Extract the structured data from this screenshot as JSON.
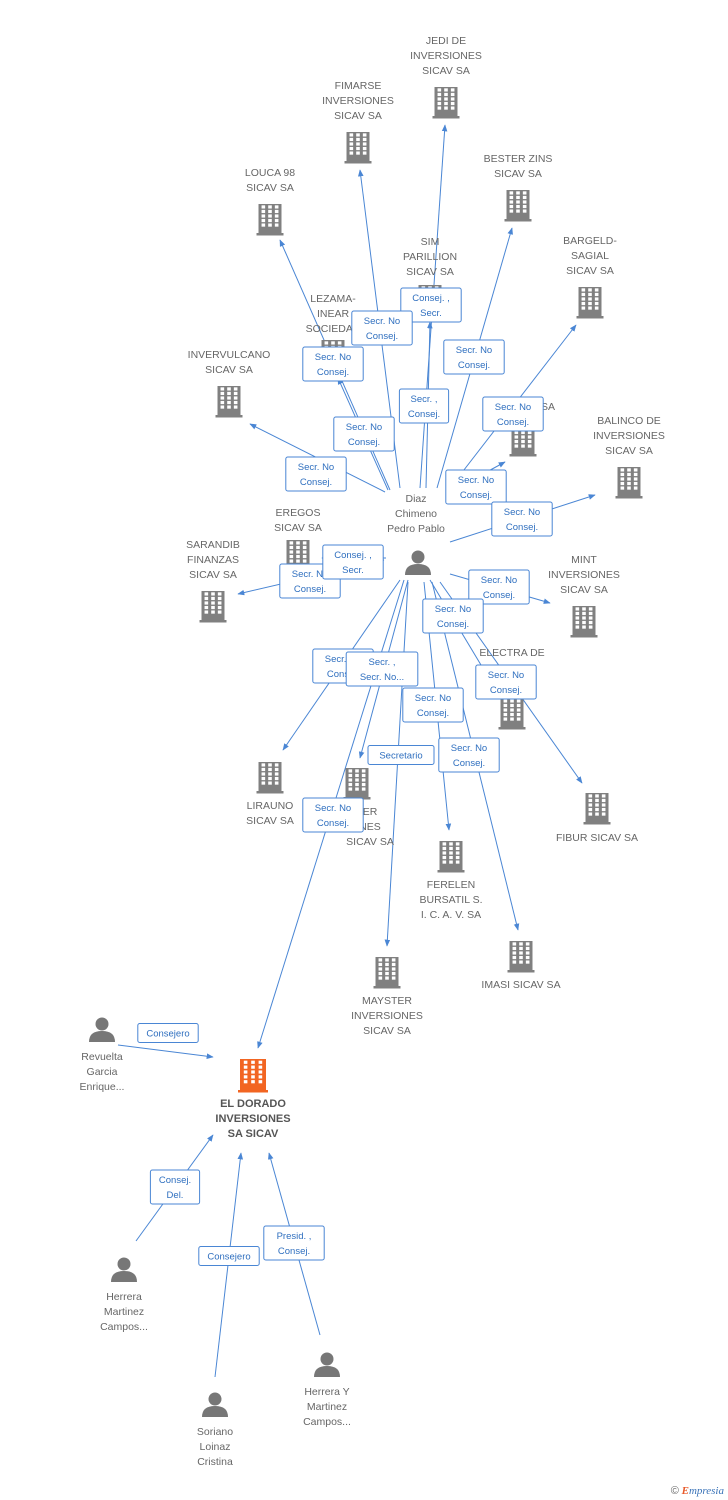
{
  "colors": {
    "building": "#808080",
    "focus": "#f26522",
    "person": "#777777",
    "edge": "#4a86d4"
  },
  "nodes": [
    {
      "id": "jedi",
      "type": "company",
      "lines": [
        "JEDI DE",
        "INVERSIONES",
        "SICAV SA"
      ]
    },
    {
      "id": "fimarse",
      "type": "company",
      "lines": [
        "FIMARSE",
        "INVERSIONES",
        "SICAV SA"
      ]
    },
    {
      "id": "louca",
      "type": "company",
      "lines": [
        "LOUCA 98",
        "SICAV SA"
      ]
    },
    {
      "id": "bester",
      "type": "company",
      "lines": [
        "BESTER ZINS",
        "SICAV SA"
      ]
    },
    {
      "id": "sim",
      "type": "company",
      "lines": [
        "SIM",
        "PARILLION",
        "SICAV SA"
      ]
    },
    {
      "id": "bargeld",
      "type": "company",
      "lines": [
        "BARGELD-",
        "SAGIAL",
        "SICAV SA"
      ]
    },
    {
      "id": "lezama",
      "type": "company",
      "lines": [
        "LEZAMA-",
        "INEAR",
        "SOCIEDAD"
      ]
    },
    {
      "id": "invervulcano",
      "type": "company",
      "lines": [
        "INVERVULCANO",
        "SICAV SA"
      ]
    },
    {
      "id": "hiddensa",
      "type": "company",
      "lines": [
        "SA"
      ]
    },
    {
      "id": "balinco",
      "type": "company",
      "lines": [
        "BALINCO DE",
        "INVERSIONES",
        "SICAV SA"
      ]
    },
    {
      "id": "eregos",
      "type": "company",
      "lines": [
        "EREGOS",
        "SICAV SA"
      ]
    },
    {
      "id": "sarandib",
      "type": "company",
      "lines": [
        "SARANDIB",
        "FINANZAS",
        "SICAV SA"
      ]
    },
    {
      "id": "mint",
      "type": "company",
      "lines": [
        "MINT",
        "INVERSIONES",
        "SICAV SA"
      ]
    },
    {
      "id": "electra",
      "type": "company",
      "lines": [
        "ELECTRA DE"
      ]
    },
    {
      "id": "lirauno",
      "type": "company",
      "lines": [
        "LIRAUNO",
        "SICAV SA"
      ]
    },
    {
      "id": "xer",
      "type": "company",
      "lines": [
        "ER",
        "NES",
        "SICAV SA"
      ]
    },
    {
      "id": "fibur",
      "type": "company",
      "lines": [
        "FIBUR SICAV SA"
      ]
    },
    {
      "id": "ferelen",
      "type": "company",
      "lines": [
        "FERELEN",
        "BURSATIL S.",
        "I. C. A. V. SA"
      ]
    },
    {
      "id": "imasi",
      "type": "company",
      "lines": [
        "IMASI SICAV SA"
      ]
    },
    {
      "id": "mayster",
      "type": "company",
      "lines": [
        "MAYSTER",
        "INVERSIONES",
        "SICAV SA"
      ]
    },
    {
      "id": "dorado",
      "type": "focus",
      "lines": [
        "EL DORADO",
        "INVERSIONES",
        "SA SICAV"
      ]
    },
    {
      "id": "diaz",
      "type": "person",
      "lines": [
        "Diaz",
        "Chimeno",
        "Pedro Pablo"
      ]
    },
    {
      "id": "revuelta",
      "type": "person",
      "lines": [
        "Revuelta",
        "Garcia",
        "Enrique..."
      ]
    },
    {
      "id": "herrera_m",
      "type": "person",
      "lines": [
        "Herrera",
        "Martinez",
        "Campos..."
      ]
    },
    {
      "id": "herrera_y",
      "type": "person",
      "lines": [
        "Herrera Y",
        "Martinez",
        "Campos..."
      ]
    },
    {
      "id": "soriano",
      "type": "person",
      "lines": [
        "Soriano",
        "Loinaz",
        "Cristina"
      ]
    }
  ],
  "edges": [
    {
      "from": "diaz",
      "to": "jedi",
      "label": [
        "Consej. ,",
        "Secr."
      ]
    },
    {
      "from": "diaz",
      "to": "fimarse",
      "label": [
        "Secr.  No",
        "Consej."
      ]
    },
    {
      "from": "diaz",
      "to": "louca",
      "label": [
        "Secr.  No",
        "Consej."
      ]
    },
    {
      "from": "diaz",
      "to": "bester",
      "label": [
        "Secr.  No",
        "Consej."
      ]
    },
    {
      "from": "diaz",
      "to": "sim",
      "label": [
        "Secr. ,",
        "Consej."
      ]
    },
    {
      "from": "diaz",
      "to": "lezama",
      "label": [
        "Secr.  No",
        "Consej."
      ]
    },
    {
      "from": "diaz",
      "to": "bargeld",
      "label": [
        "Secr.  No",
        "Consej."
      ]
    },
    {
      "from": "diaz",
      "to": "invervulcano",
      "label": [
        "Secr.  No",
        "Consej."
      ]
    },
    {
      "from": "diaz",
      "to": "hiddensa",
      "label": [
        "Secr.  No",
        "Consej."
      ]
    },
    {
      "from": "diaz",
      "to": "balinco",
      "label": [
        "Secr.  No",
        "Consej."
      ]
    },
    {
      "from": "diaz",
      "to": "sarandib",
      "label": [
        "Secr.  No",
        "Consej."
      ]
    },
    {
      "from": "diaz",
      "to": "eregos",
      "label": [
        "Consej. ,",
        "Secr."
      ]
    },
    {
      "from": "diaz",
      "to": "mint",
      "label": [
        "Secr.  No",
        "Consej."
      ]
    },
    {
      "from": "diaz",
      "to": "electra",
      "label": [
        "Secr.  No",
        "Consej."
      ]
    },
    {
      "from": "diaz",
      "to": "fibur",
      "label": [
        "Secr.  No",
        "Consej."
      ]
    },
    {
      "from": "diaz",
      "to": "lirauno",
      "label": [
        "Secr.  No",
        "Consej."
      ]
    },
    {
      "from": "diaz",
      "to": "xer",
      "label": [
        "Secr. ,",
        "Secr. No..."
      ]
    },
    {
      "from": "diaz",
      "to": "ferelen",
      "label": [
        "Secr.  No",
        "Consej."
      ]
    },
    {
      "from": "diaz",
      "to": "imasi",
      "label": [
        "Secr.  No",
        "Consej."
      ]
    },
    {
      "from": "diaz",
      "to": "mayster",
      "label": [
        "Secretario"
      ]
    },
    {
      "from": "diaz",
      "to": "dorado",
      "label": [
        "Secr.  No",
        "Consej."
      ]
    },
    {
      "from": "revuelta",
      "to": "dorado",
      "label": [
        "Consejero"
      ]
    },
    {
      "from": "herrera_m",
      "to": "dorado",
      "label": [
        "Consej.",
        "Del."
      ]
    },
    {
      "from": "soriano",
      "to": "dorado",
      "label": [
        "Consejero"
      ]
    },
    {
      "from": "herrera_y",
      "to": "dorado",
      "label": [
        "Presid. ,",
        "Consej."
      ]
    }
  ],
  "footer": {
    "copyright": "©",
    "brand_initial": "E",
    "brand_rest": "mpresia"
  }
}
